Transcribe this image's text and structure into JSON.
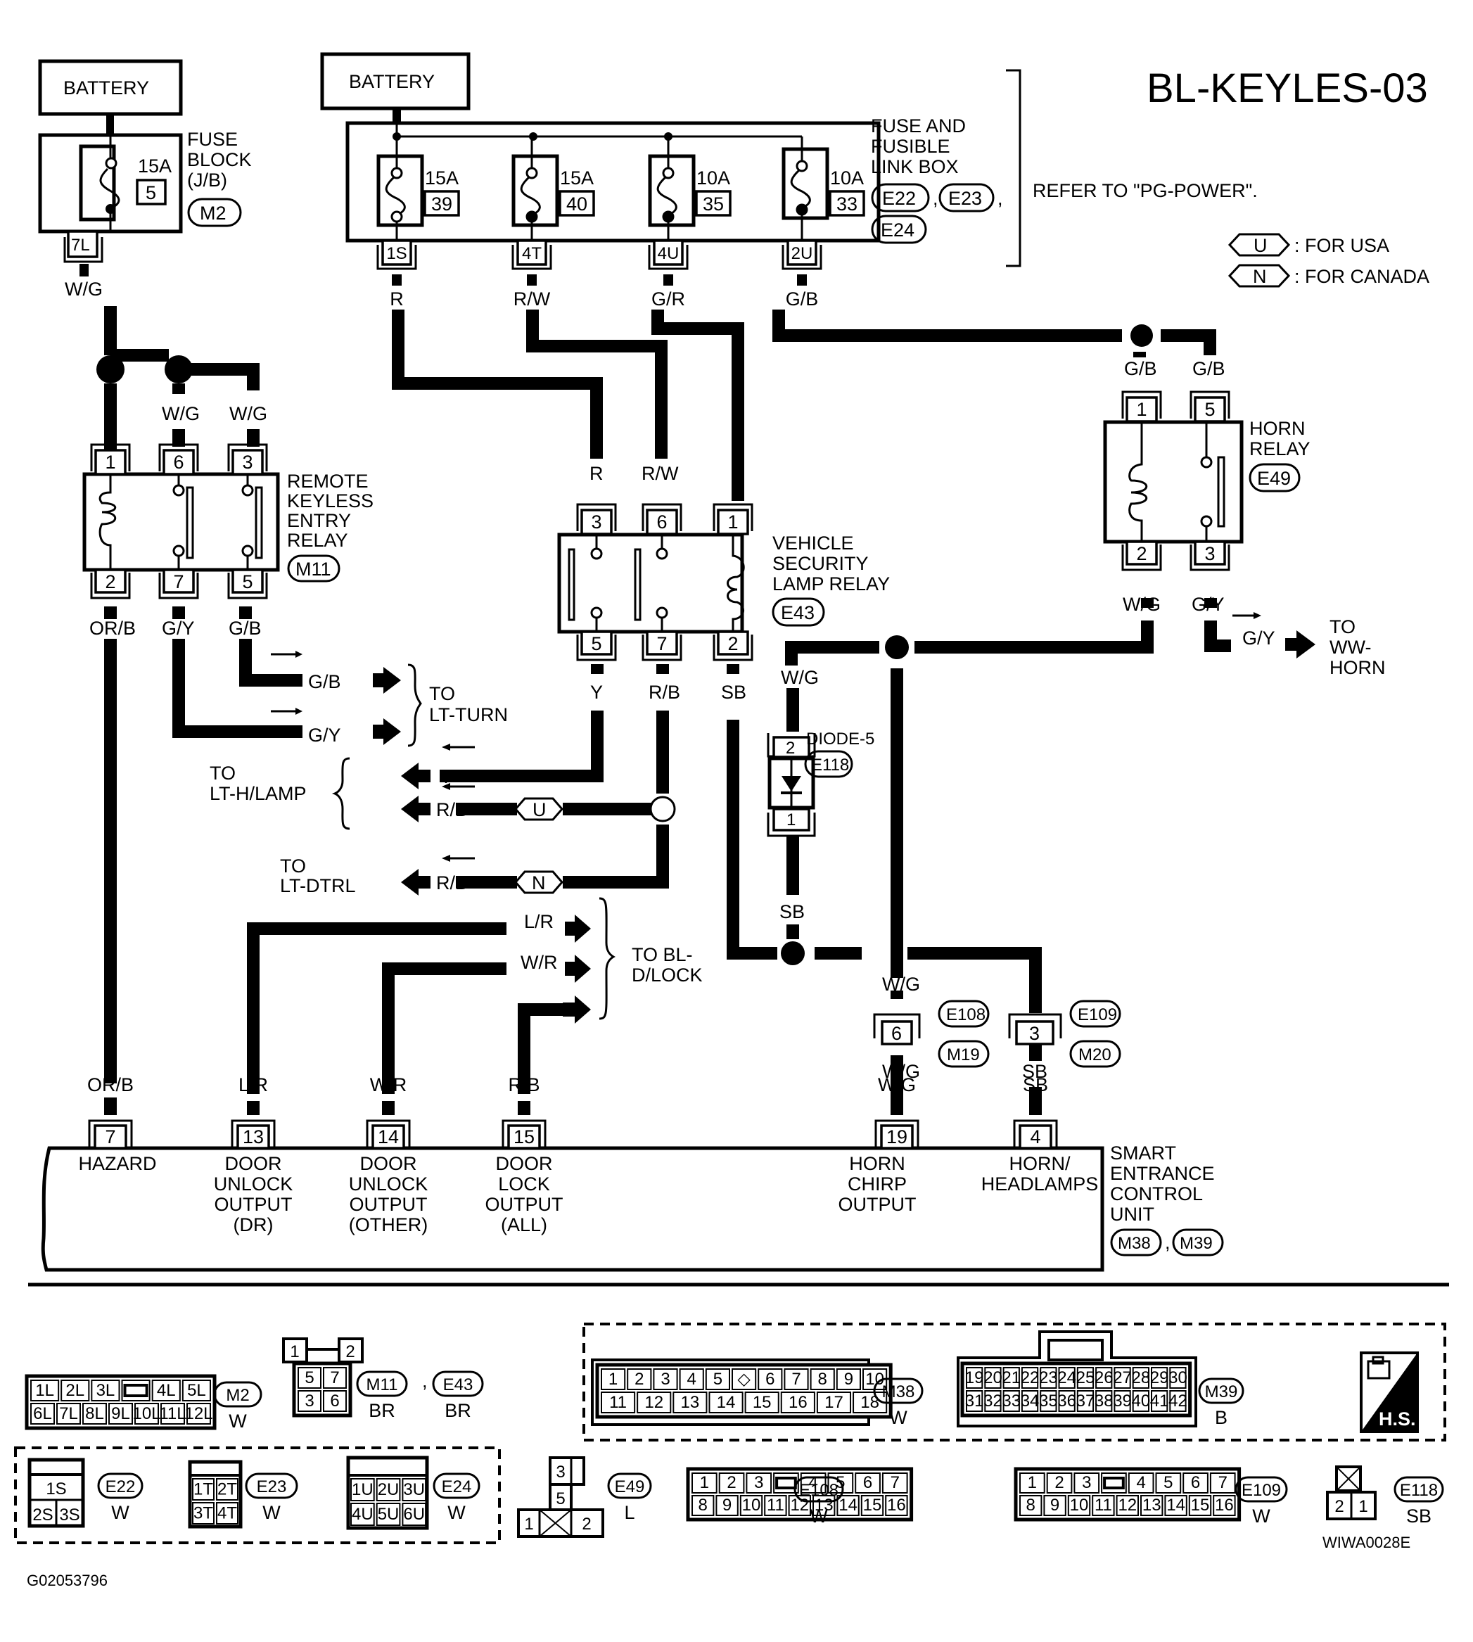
{
  "page": {
    "title": "BL-KEYLES-03",
    "refer_text": "REFER TO \"PG-POWER\".",
    "footer_left": "G02053796",
    "footer_right": "WIWA0028E"
  },
  "legend": [
    {
      "symbol": "U",
      "text": ": FOR USA"
    },
    {
      "symbol": "N",
      "text": ": FOR CANADA"
    }
  ],
  "battery_label": "BATTERY",
  "fuse_block": {
    "name_lines": [
      "FUSE",
      "BLOCK",
      "(J/B)"
    ],
    "connector": "M2",
    "fuse": {
      "rating": "15A",
      "number": "5",
      "pin": "7L",
      "wire": "W/G"
    }
  },
  "fuse_link_box": {
    "name_lines": [
      "FUSE AND",
      "FUSIBLE",
      "LINK BOX"
    ],
    "connectors": [
      "E22",
      "E23",
      "E24"
    ],
    "fuses": [
      {
        "rating": "15A",
        "number": "39",
        "pin": "1S",
        "wire": "R"
      },
      {
        "rating": "15A",
        "number": "40",
        "pin": "4T",
        "wire": "R/W"
      },
      {
        "rating": "10A",
        "number": "35",
        "pin": "4U",
        "wire": "G/R"
      },
      {
        "rating": "10A",
        "number": "33",
        "pin": "2U",
        "wire": "G/B"
      }
    ]
  },
  "remote_keyless_relay": {
    "name_lines": [
      "REMOTE",
      "KEYLESS",
      "ENTRY",
      "RELAY"
    ],
    "connector": "M11",
    "top_pins": [
      {
        "pin": "1",
        "wire": ""
      },
      {
        "pin": "6",
        "wire": "W/G"
      },
      {
        "pin": "3",
        "wire": "W/G"
      }
    ],
    "bottom_pins": [
      {
        "pin": "2",
        "wire": "OR/B"
      },
      {
        "pin": "7",
        "wire": "G/Y"
      },
      {
        "pin": "5",
        "wire": "G/B"
      }
    ]
  },
  "security_lamp_relay": {
    "name_lines": [
      "VEHICLE",
      "SECURITY",
      "LAMP RELAY"
    ],
    "connector": "E43",
    "top_pins": [
      {
        "pin": "3",
        "wire": "R"
      },
      {
        "pin": "6",
        "wire": "R/W"
      },
      {
        "pin": "1",
        "wire": ""
      }
    ],
    "bottom_pins": [
      {
        "pin": "5",
        "wire": "Y"
      },
      {
        "pin": "7",
        "wire": "R/B"
      },
      {
        "pin": "2",
        "wire": "SB"
      }
    ]
  },
  "horn_relay": {
    "name_lines": [
      "HORN",
      "RELAY"
    ],
    "connector": "E49",
    "top_pins": [
      {
        "pin": "1",
        "wire": "G/B"
      },
      {
        "pin": "5",
        "wire": "G/B"
      }
    ],
    "bottom_pins": [
      {
        "pin": "2",
        "wire": "W/G"
      },
      {
        "pin": "3",
        "wire": "G/Y"
      }
    ],
    "out_wire": "G/Y",
    "dest_lines": [
      "TO",
      "WW-",
      "HORN"
    ]
  },
  "diode": {
    "name": "DIODE-5",
    "connector": "E118",
    "pin_top": "2",
    "pin_bottom": "1",
    "wire_top": "W/G",
    "wire_bottom": "SB"
  },
  "destinations": {
    "lt_turn": {
      "lines": [
        "TO",
        "LT-TURN"
      ],
      "wires": [
        "G/B",
        "G/Y"
      ]
    },
    "lt_hlamp": {
      "lines": [
        "TO",
        "LT-H/LAMP"
      ],
      "wires": [
        "Y",
        "R/B"
      ]
    },
    "lt_dtrl": {
      "lines": [
        "TO",
        "LT-DTRL"
      ],
      "wire": "R/B"
    },
    "bl_dlock": {
      "lines": [
        "TO BL-",
        "D/LOCK"
      ],
      "wires": [
        "L/R",
        "W/R"
      ]
    }
  },
  "inline_connectors": [
    {
      "pin": "6",
      "connectors": [
        "E108",
        "M19"
      ],
      "wire_top": "W/G",
      "wire_bottom": "W/G"
    },
    {
      "pin": "3",
      "connectors": [
        "E109",
        "M20"
      ],
      "wire_top": "",
      "wire_bottom": "SB"
    }
  ],
  "wire_labels": {
    "sb_from_diode": "SB",
    "wg_to_horn_chirp": "W/G"
  },
  "control_unit": {
    "name_lines": [
      "SMART",
      "ENTRANCE",
      "CONTROL",
      "UNIT"
    ],
    "connectors": [
      "M38",
      "M39"
    ],
    "pins": [
      {
        "pin": "7",
        "wire": "OR/B",
        "label_lines": [
          "HAZARD"
        ]
      },
      {
        "pin": "13",
        "wire": "L/R",
        "label_lines": [
          "DOOR",
          "UNLOCK",
          "OUTPUT",
          "(DR)"
        ]
      },
      {
        "pin": "14",
        "wire": "W/R",
        "label_lines": [
          "DOOR",
          "UNLOCK",
          "OUTPUT",
          "(OTHER)"
        ]
      },
      {
        "pin": "15",
        "wire": "R/B",
        "label_lines": [
          "DOOR",
          "LOCK",
          "OUTPUT",
          "(ALL)"
        ]
      },
      {
        "pin": "19",
        "wire": "W/G",
        "label_lines": [
          "HORN",
          "CHIRP",
          "OUTPUT"
        ]
      },
      {
        "pin": "4",
        "wire": "SB",
        "label_lines": [
          "HORN/",
          "HEADLAMPS"
        ]
      }
    ]
  },
  "connector_views": {
    "M2": {
      "id": "M2",
      "color": "W",
      "row1": [
        "1L",
        "2L",
        "3L",
        "",
        "4L",
        "5L"
      ],
      "row2": [
        "6L",
        "7L",
        "8L",
        "9L",
        "10L",
        "11L",
        "12L"
      ]
    },
    "M11_E43": {
      "ids": [
        "M11",
        "E43"
      ],
      "colors": [
        "BR",
        "BR"
      ],
      "top": [
        "1",
        "2"
      ],
      "row1": [
        "5",
        "7"
      ],
      "row2": [
        "3",
        "6"
      ]
    },
    "M38": {
      "id": "M38",
      "color": "W",
      "row1": [
        "1",
        "2",
        "3",
        "4",
        "5",
        "6",
        "7",
        "8",
        "9",
        "10"
      ],
      "row2": [
        "11",
        "12",
        "13",
        "14",
        "15",
        "16",
        "17",
        "18"
      ]
    },
    "M39": {
      "id": "M39",
      "color": "B",
      "row1": [
        "19",
        "20",
        "21",
        "22",
        "23",
        "24",
        "25",
        "26",
        "27",
        "28",
        "29",
        "30"
      ],
      "row2": [
        "31",
        "32",
        "33",
        "34",
        "35",
        "36",
        "37",
        "38",
        "39",
        "40",
        "41",
        "42"
      ]
    },
    "hs_badge": "H.S.",
    "E22": {
      "id": "E22",
      "color": "W",
      "row1": [
        "1S"
      ],
      "row2": [
        "2S",
        "3S"
      ]
    },
    "E23": {
      "id": "E23",
      "color": "W",
      "row1": [
        "1T",
        "2T"
      ],
      "row2": [
        "3T",
        "4T"
      ]
    },
    "E24": {
      "id": "E24",
      "color": "W",
      "row1": [
        "1U",
        "2U",
        "3U"
      ],
      "row2": [
        "4U",
        "5U",
        "6U"
      ]
    },
    "E49": {
      "id": "E49",
      "color": "L",
      "pins": [
        "3",
        "5",
        "1",
        "2"
      ]
    },
    "E108": {
      "id": "E108",
      "color": "W",
      "row1": [
        "1",
        "2",
        "3",
        "",
        "4",
        "5",
        "6",
        "7"
      ],
      "row2": [
        "8",
        "9",
        "10",
        "11",
        "12",
        "13",
        "14",
        "15",
        "16"
      ]
    },
    "E109": {
      "id": "E109",
      "color": "W",
      "row1": [
        "1",
        "2",
        "3",
        "",
        "4",
        "5",
        "6",
        "7"
      ],
      "row2": [
        "8",
        "9",
        "10",
        "11",
        "12",
        "13",
        "14",
        "15",
        "16"
      ]
    },
    "E118": {
      "id": "E118",
      "color": "SB",
      "pins": [
        "2",
        "1"
      ]
    }
  }
}
